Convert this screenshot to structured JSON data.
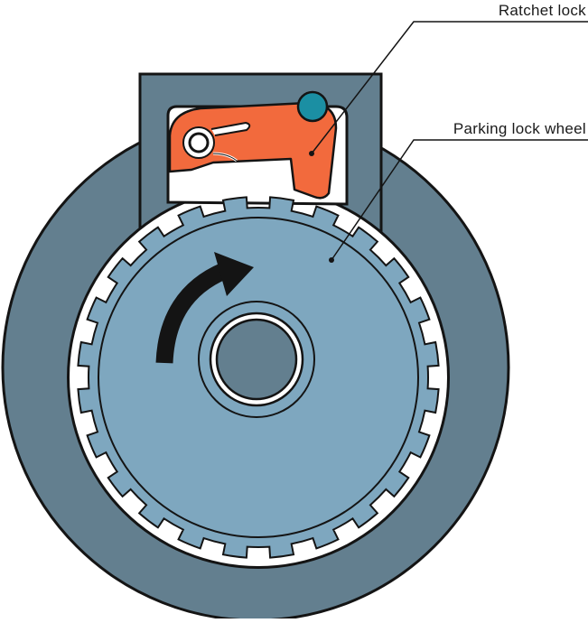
{
  "labels": {
    "ratchet_lock": "Ratchet lock",
    "parking_lock_wheel": "Parking lock wheel"
  },
  "colors": {
    "housing": "#637f8f",
    "wheel": "#7ea7bf",
    "hub": "#637f8f",
    "ratchet": "#f26a3d",
    "pin": "#1b8fa3",
    "arrow": "#141414",
    "outline": "#141414",
    "background": "#ffffff"
  },
  "wheel": {
    "tooth_count": 24
  },
  "icons": {
    "rotation": "rotation-arrow-icon"
  }
}
